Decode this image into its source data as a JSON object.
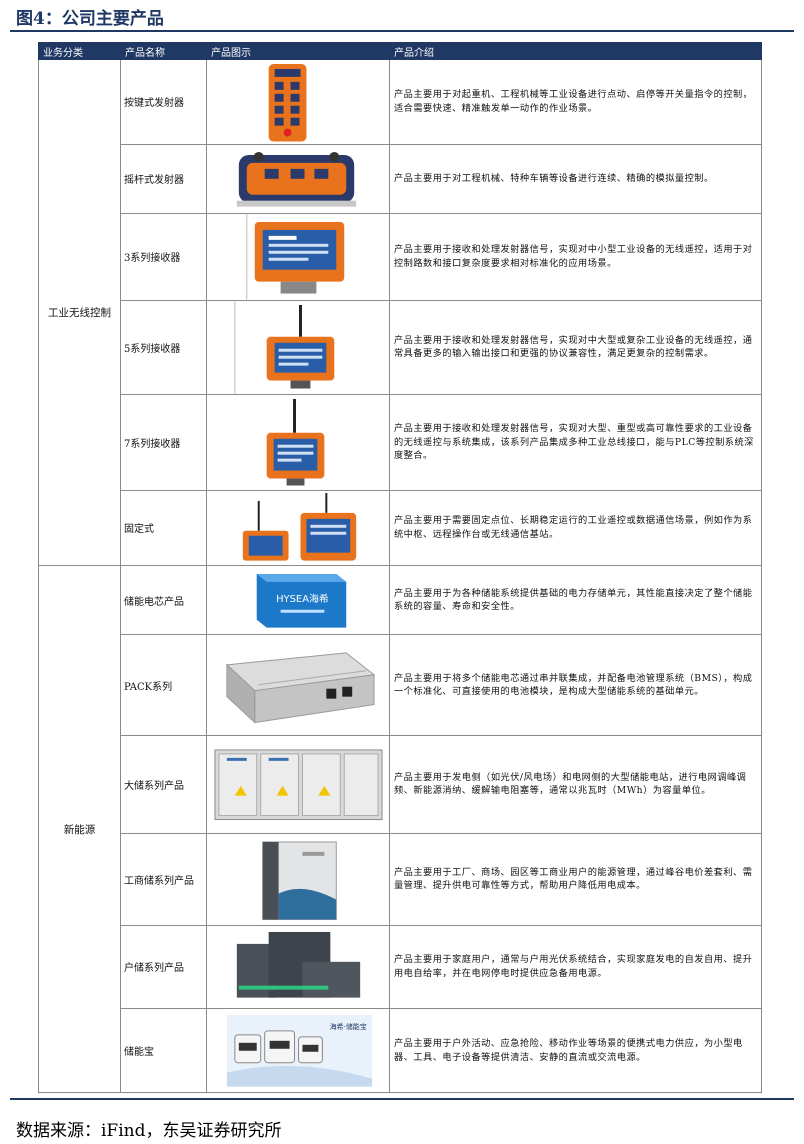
{
  "figure_title": "图4：公司主要产品",
  "table": {
    "headers": [
      "业务分类",
      "产品名称",
      "产品图示",
      "产品介绍"
    ],
    "categories": [
      "工业无线控制",
      "新能源"
    ],
    "rows": [
      {
        "name": "按键式发射器",
        "desc": "产品主要用于对起重机、工程机械等工业设备进行点动、启停等开关量指令的控制，适合需要快速、精准触发单一动作的作业场景。",
        "image": "button-transmitter-image"
      },
      {
        "name": "摇杆式发射器",
        "desc": "产品主要用于对工程机械、特种车辆等设备进行连续、精确的模拟量控制。",
        "image": "joystick-transmitter-image"
      },
      {
        "name": "3系列接收器",
        "desc": "产品主要用于接收和处理发射器信号，实现对中小型工业设备的无线遥控，适用于对控制路数和接口复杂度要求相对标准化的应用场景。",
        "image": "series3-receiver-image"
      },
      {
        "name": "5系列接收器",
        "desc": "产品主要用于接收和处理发射器信号，实现对中大型或复杂工业设备的无线遥控，通常具备更多的输入输出接口和更强的协议兼容性，满足更复杂的控制需求。",
        "image": "series5-receiver-image"
      },
      {
        "name": "7系列接收器",
        "desc": "产品主要用于接收和处理发射器信号，实现对大型、重型或高可靠性要求的工业设备的无线遥控与系统集成，该系列产品集成多种工业总线接口，能与PLC等控制系统深度整合。",
        "image": "series7-receiver-image"
      },
      {
        "name": "固定式",
        "desc": "产品主要用于需要固定点位、长期稳定运行的工业遥控或数据通信场景，例如作为系统中枢、远程操作台或无线通信基站。",
        "image": "fixed-unit-image"
      },
      {
        "name": "储能电芯产品",
        "desc": "产品主要用于为各种储能系统提供基础的电力存储单元，其性能直接决定了整个储能系统的容量、寿命和安全性。",
        "image": "battery-cell-image",
        "label": "HYSEA海希"
      },
      {
        "name": "PACK系列",
        "desc": "产品主要用于将多个储能电芯通过串并联集成，并配备电池管理系统（BMS），构成一个标准化、可直接使用的电池模块，是构成大型储能系统的基础单元。",
        "image": "pack-module-image"
      },
      {
        "name": "大储系列产品",
        "desc": "产品主要用于发电侧（如光伏/风电场）和电网侧的大型储能电站，进行电网调峰调频、新能源消纳、缓解输电阻塞等，通常以兆瓦时（MWh）为容量单位。",
        "image": "large-storage-image"
      },
      {
        "name": "工商储系列产品",
        "desc": "产品主要用于工厂、商场、园区等工商业用户的能源管理，通过峰谷电价差套利、需量管理、提升供电可靠性等方式，帮助用户降低用电成本。",
        "image": "ci-storage-image"
      },
      {
        "name": "户储系列产品",
        "desc": "产品主要用于家庭用户，通常与户用光伏系统结合，实现家庭发电的自发自用、提升用电自给率，并在电网停电时提供应急备用电源。",
        "image": "home-storage-image"
      },
      {
        "name": "储能宝",
        "desc": "产品主要用于户外活动、应急抢险、移动作业等场景的便携式电力供应，为小型电器、工具、电子设备等提供清洁、安静的直流或交流电源。",
        "image": "portable-power-image",
        "label": "海希·储能宝"
      }
    ]
  },
  "source": "数据来源：iFind，东吴证券研究所",
  "colors": {
    "header_bg": "#1f3864",
    "orange": "#e8731c",
    "navy": "#2b3a6b"
  }
}
